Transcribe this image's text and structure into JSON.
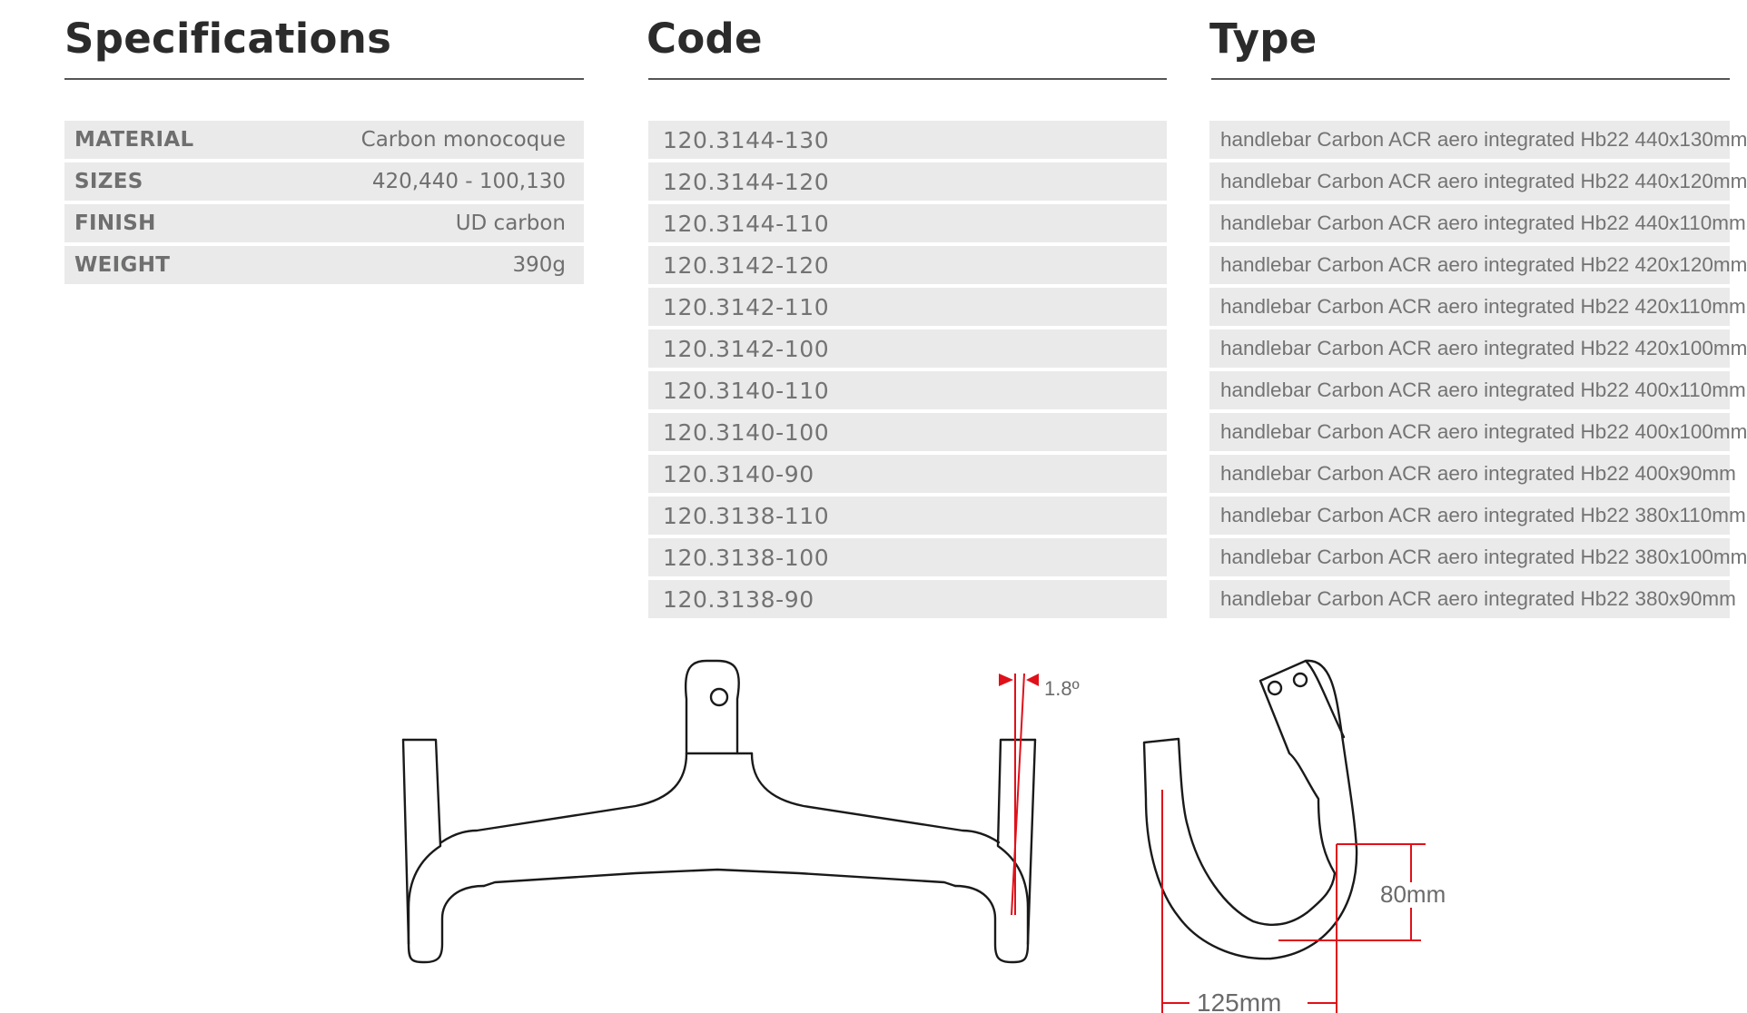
{
  "headings": {
    "specifications": "Specifications",
    "code": "Code",
    "type": "Type"
  },
  "specifications": [
    {
      "label": "MATERIAL",
      "value": "Carbon monocoque"
    },
    {
      "label": "SIZES",
      "value": "420,440 - 100,130"
    },
    {
      "label": "FINISH",
      "value": "UD carbon"
    },
    {
      "label": "WEIGHT",
      "value": "390g"
    }
  ],
  "products": [
    {
      "code": "120.3144-130",
      "type": "handlebar Carbon ACR aero integrated Hb22 440x130mm"
    },
    {
      "code": "120.3144-120",
      "type": "handlebar Carbon ACR  aero integrated Hb22 440x120mm"
    },
    {
      "code": "120.3144-110",
      "type": "handlebar Carbon ACR  aero integrated Hb22 440x110mm"
    },
    {
      "code": "120.3142-120",
      "type": "handlebar Carbon ACR  aero integrated Hb22 420x120mm"
    },
    {
      "code": "120.3142-110",
      "type": "handlebar Carbon ACR  aero integrated Hb22 420x110mm"
    },
    {
      "code": "120.3142-100",
      "type": "handlebar Carbon ACR  aero integrated Hb22 420x100mm"
    },
    {
      "code": "120.3140-110",
      "type": "handlebar Carbon ACR aero integrated Hb22 400x110mm"
    },
    {
      "code": "120.3140-100",
      "type": "handlebar Carbon ACR  aero integrated Hb22 400x100mm"
    },
    {
      "code": "120.3140-90",
      "type": "handlebar Carbon ACR  aero integrated Hb22 400x90mm"
    },
    {
      "code": "120.3138-110",
      "type": "handlebar Carbon ACR  aero integrated Hb22 380x110mm"
    },
    {
      "code": "120.3138-100",
      "type": "handlebar Carbon ACR  aero integrated Hb22 380x100mm"
    },
    {
      "code": "120.3138-90",
      "type": "handlebar Carbon ACR  aero integrated Hb22 380x90mm"
    }
  ],
  "drawing": {
    "flare_angle": "1.8º",
    "drop": "80mm",
    "reach": "125mm"
  },
  "colors": {
    "row_background": "#e9eae9",
    "dimension_lines": "#e0101a",
    "outline": "#1a1a1a"
  }
}
